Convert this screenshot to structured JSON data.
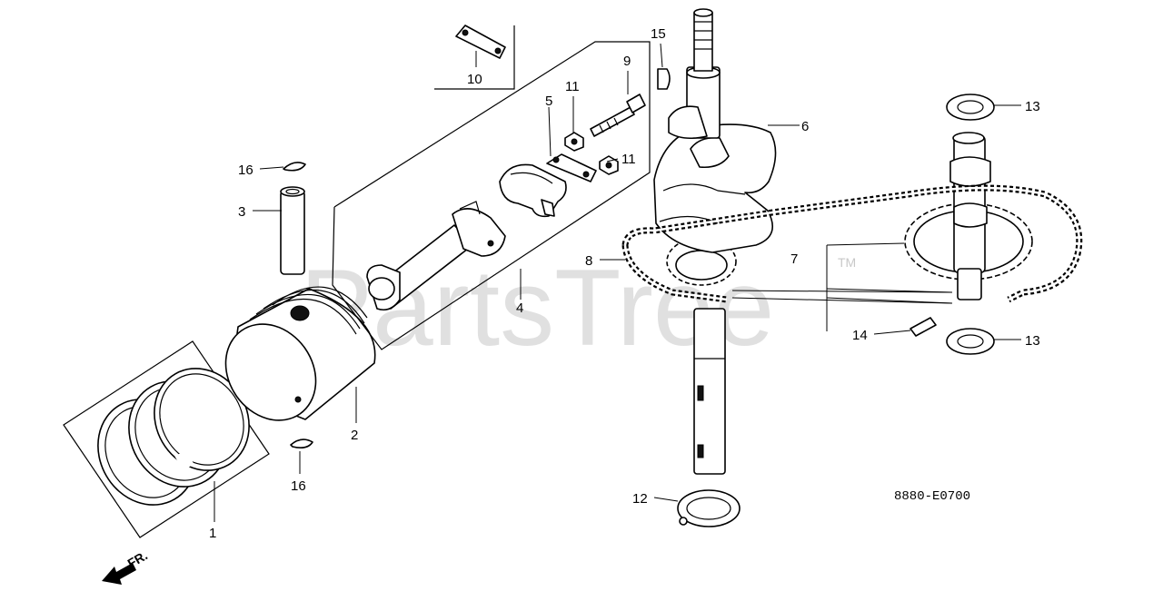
{
  "watermark": {
    "text": "PartsTree",
    "trademark": "TM"
  },
  "diagram_code": "8880-E0700",
  "front_label": "FR.",
  "callouts": [
    {
      "id": "c1",
      "label": "1"
    },
    {
      "id": "c2",
      "label": "2"
    },
    {
      "id": "c3",
      "label": "3"
    },
    {
      "id": "c4",
      "label": "4"
    },
    {
      "id": "c5",
      "label": "5"
    },
    {
      "id": "c6",
      "label": "6"
    },
    {
      "id": "c7",
      "label": "7"
    },
    {
      "id": "c8",
      "label": "8"
    },
    {
      "id": "c9",
      "label": "9"
    },
    {
      "id": "c10",
      "label": "10"
    },
    {
      "id": "c11a",
      "label": "11"
    },
    {
      "id": "c11b",
      "label": "11"
    },
    {
      "id": "c12",
      "label": "12"
    },
    {
      "id": "c13a",
      "label": "13"
    },
    {
      "id": "c13b",
      "label": "13"
    },
    {
      "id": "c14",
      "label": "14"
    },
    {
      "id": "c15",
      "label": "15"
    },
    {
      "id": "c16a",
      "label": "16"
    },
    {
      "id": "c16b",
      "label": "16"
    }
  ]
}
